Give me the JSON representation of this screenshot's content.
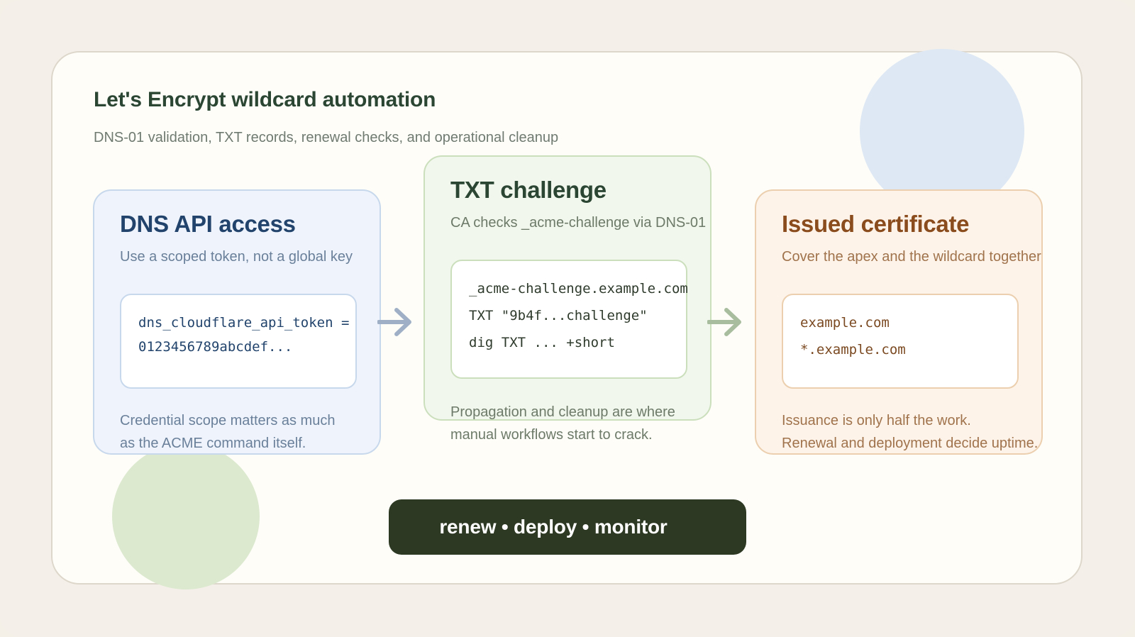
{
  "title": "Let's Encrypt wildcard automation",
  "subtitle": "DNS-01 validation, TXT records, renewal checks, and operational cleanup",
  "cards": [
    {
      "title": "DNS API access",
      "subtitle": "Use a scoped token, not a global key",
      "code": [
        "dns_cloudflare_api_token =",
        "0123456789abcdef..."
      ],
      "footer_lines": [
        "Credential scope matters as much",
        "as the ACME command itself."
      ]
    },
    {
      "title": "TXT challenge",
      "subtitle": "CA checks _acme-challenge via DNS-01",
      "code": [
        "_acme-challenge.example.com",
        "TXT \"9b4f...challenge\"",
        "dig TXT ... +short"
      ],
      "footer_lines": [
        "Propagation and cleanup are where",
        "manual workflows start to crack."
      ]
    },
    {
      "title": "Issued certificate",
      "subtitle": "Cover the apex and the wildcard together",
      "code": [
        "example.com",
        "*.example.com"
      ],
      "footer_lines": [
        "Issuance is only half the work.",
        "Renewal and deployment decide uptime."
      ]
    }
  ],
  "footer_pill": "renew • deploy • monitor",
  "icons": [
    "arrow-right-icon",
    "arrow-right-icon"
  ],
  "colors": {
    "background": "#f4f0e9",
    "panel": "#fefdf8",
    "dns_accent": "#22446c",
    "txt_accent": "#2c4634",
    "cert_accent": "#8a4c1c",
    "pill": "#2e3923"
  }
}
